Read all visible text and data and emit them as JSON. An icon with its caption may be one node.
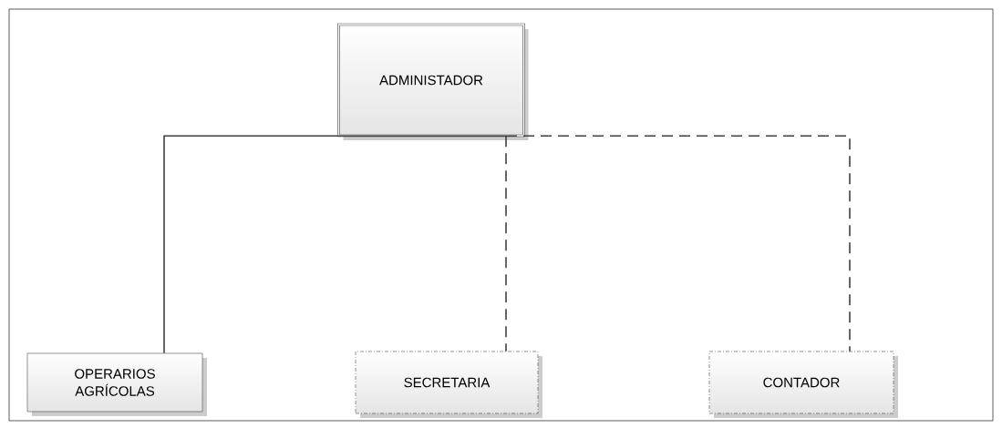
{
  "diagram": {
    "nodes": [
      {
        "text": [
          "ADMINISTADOR"
        ]
      },
      {
        "text": [
          "OPERARIOS AGRÍCOLAS"
        ]
      },
      {
        "text": [
          "SECRETARIA"
        ]
      },
      {
        "text": [
          "CONTADOR"
        ]
      }
    ],
    "edges": [
      {
        "from": 0,
        "to": 1,
        "arrow": "none"
      },
      {
        "from": 0,
        "to": 2,
        "arrow": "none",
        "style": "dashed"
      },
      {
        "from": 0,
        "to": 3,
        "arrow": "none",
        "style": "dashed"
      }
    ]
  }
}
